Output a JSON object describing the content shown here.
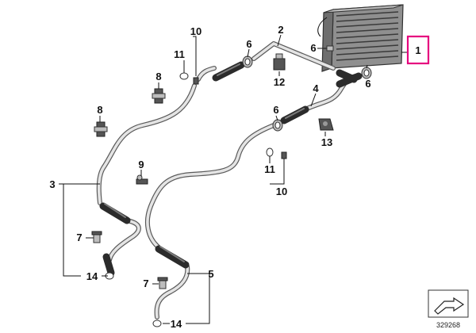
{
  "diagram": {
    "labels": {
      "p1": "1",
      "p2": "2",
      "p3": "3",
      "p4": "4",
      "p5": "5",
      "p6a": "6",
      "p6b": "6",
      "p6c": "6",
      "p6d": "6",
      "p7a": "7",
      "p7b": "7",
      "p8a": "8",
      "p8b": "8",
      "p9": "9",
      "p10a": "10",
      "p10b": "10",
      "p11a": "11",
      "p11b": "11",
      "p12": "12",
      "p13": "13",
      "p14a": "14",
      "p14b": "14"
    },
    "highlight_color": "#e6007e",
    "reference_number": "329268"
  }
}
